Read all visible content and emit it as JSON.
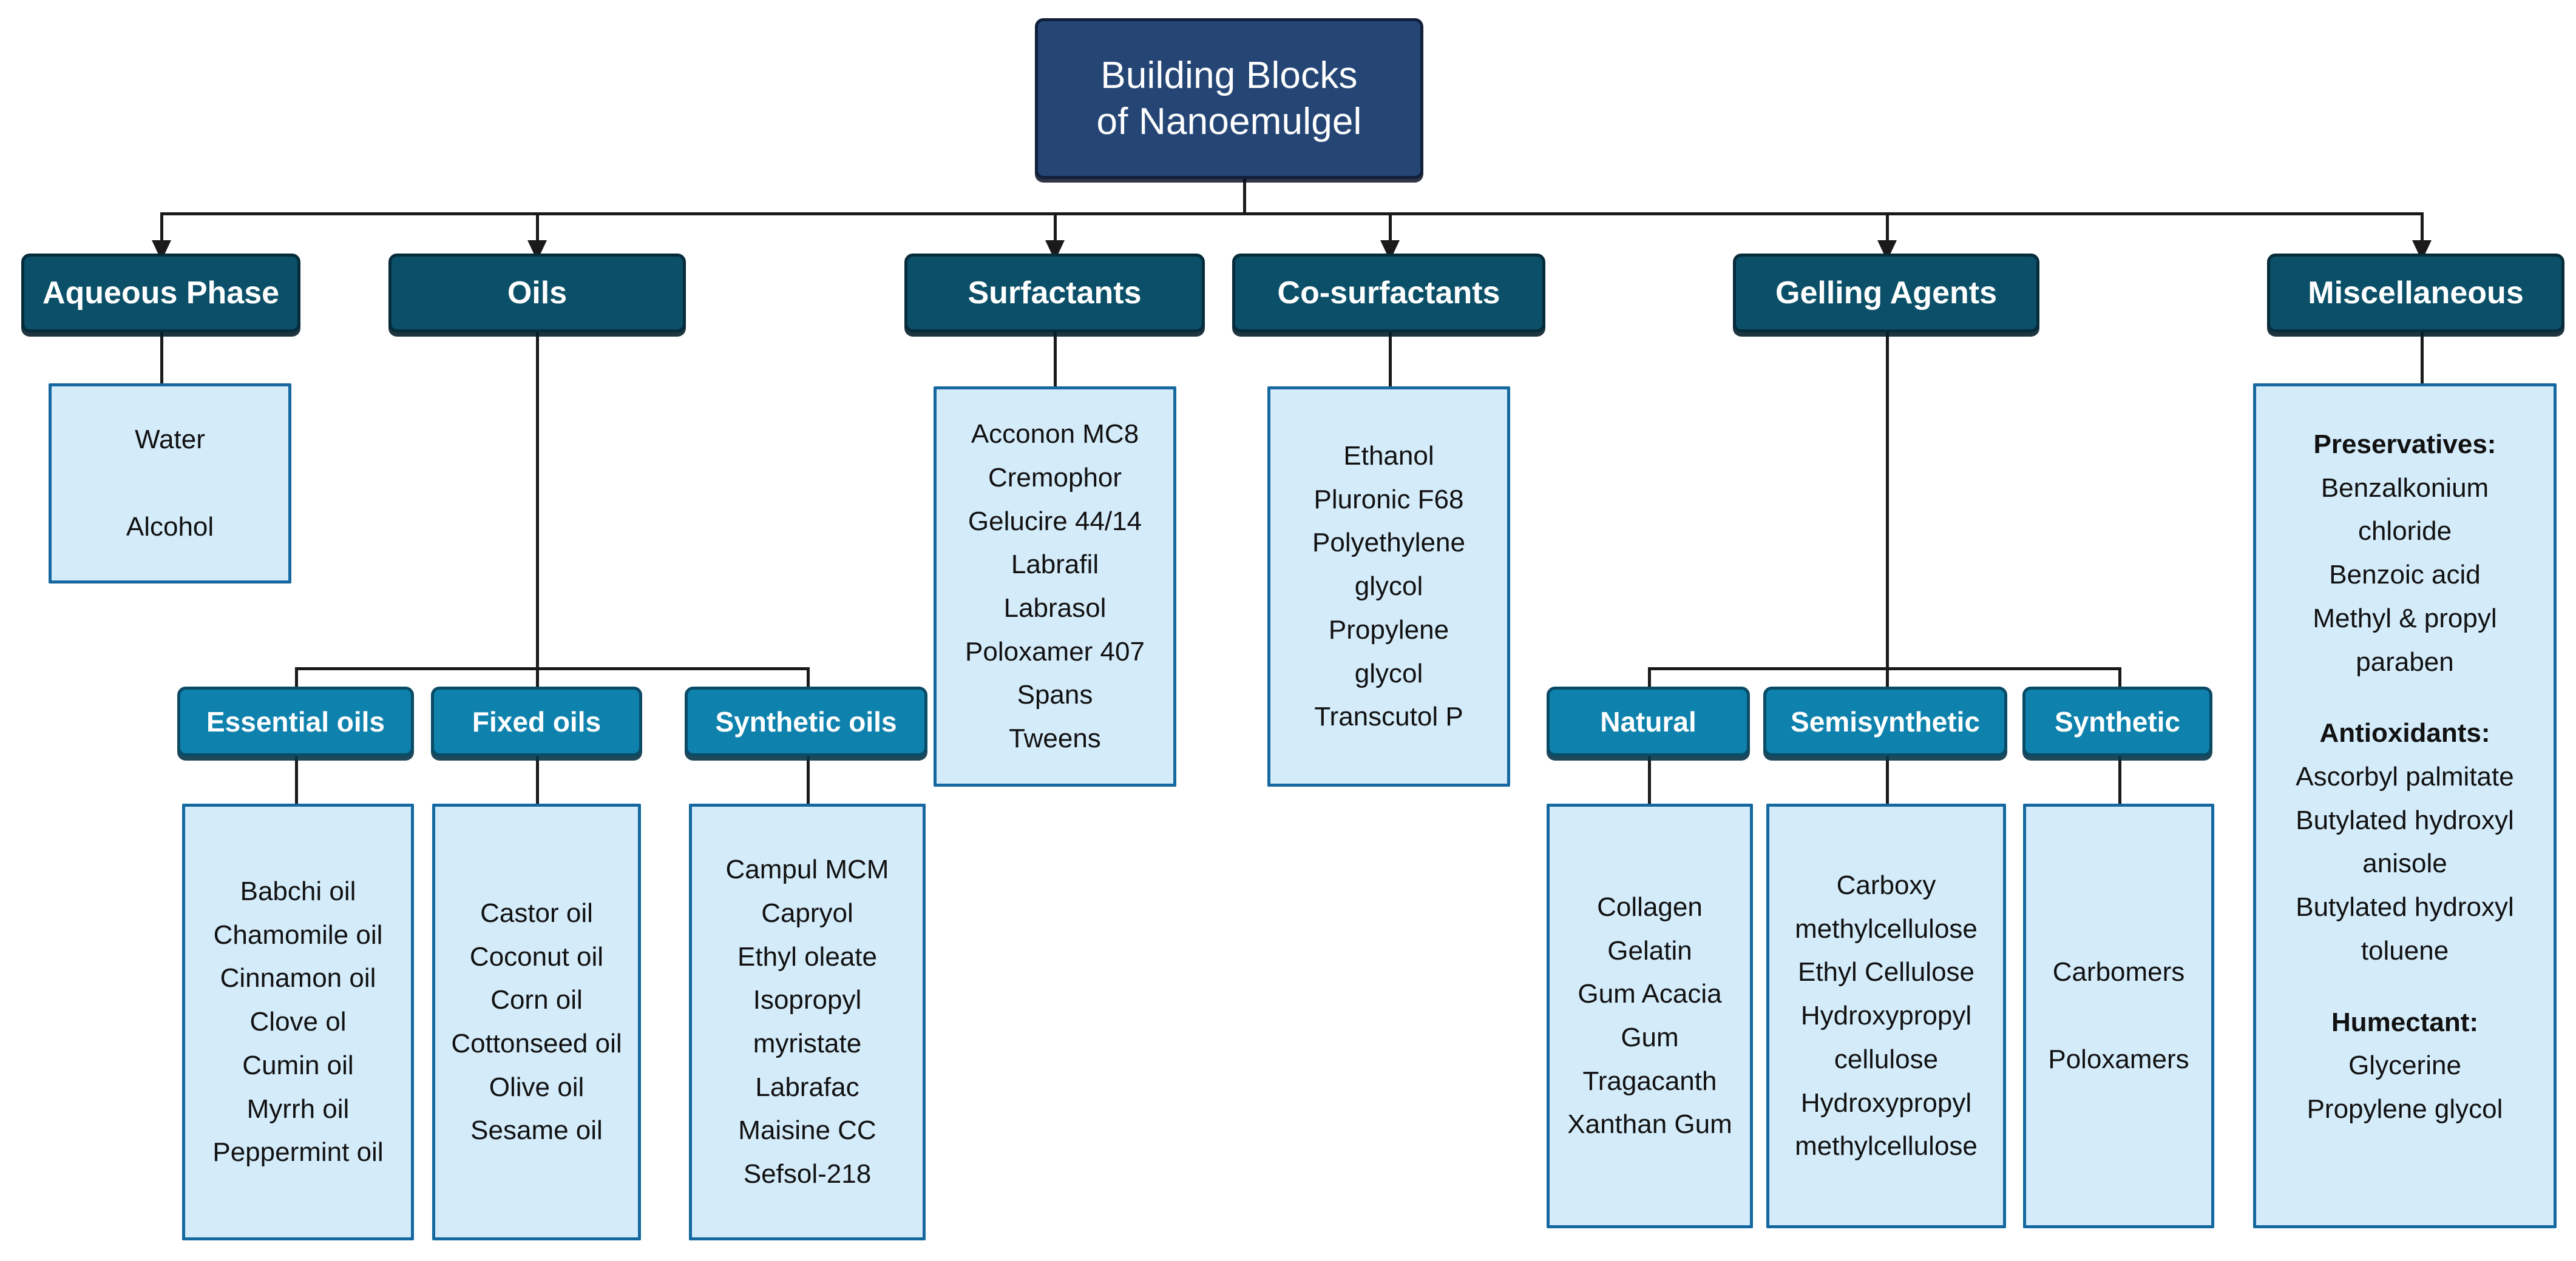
{
  "root": {
    "title_line1": "Building Blocks",
    "title_line2": "of Nanoemulgel"
  },
  "colors": {
    "root_fill": "#254675",
    "category_fill": "#0b5068",
    "subcategory_fill": "#0e82ad",
    "list_fill": "#d4ebfa",
    "list_border": "#1569a0",
    "connector": "#1a1a1a",
    "text_light": "#ffffff",
    "text_dark": "#111111"
  },
  "categories": [
    {
      "id": "aqueous-phase",
      "label": "Aqueous Phase"
    },
    {
      "id": "oils",
      "label": "Oils"
    },
    {
      "id": "surfactants",
      "label": "Surfactants"
    },
    {
      "id": "co-surfactants",
      "label": "Co-surfactants"
    },
    {
      "id": "gelling-agents",
      "label": "Gelling Agents"
    },
    {
      "id": "miscellaneous",
      "label": "Miscellaneous"
    }
  ],
  "subcategories": [
    {
      "id": "essential-oils",
      "label": "Essential oils"
    },
    {
      "id": "fixed-oils",
      "label": "Fixed oils"
    },
    {
      "id": "synthetic-oils",
      "label": "Synthetic oils"
    },
    {
      "id": "natural",
      "label": "Natural"
    },
    {
      "id": "semisynthetic",
      "label": "Semisynthetic"
    },
    {
      "id": "synthetic",
      "label": "Synthetic"
    }
  ],
  "lists": {
    "aqueous_phase": "Water\n\nAlcohol",
    "surfactants": "Acconon MC8\nCremophor\nGelucire 44/14\nLabrafil\nLabrasol\nPoloxamer 407\nSpans\nTweens",
    "co_surfactants": "Ethanol\nPluronic F68\nPolyethylene\nglycol\nPropylene\nglycol\nTranscutol P",
    "essential_oils": "Babchi oil\nChamomile oil\nCinnamon oil\nClove ol\nCumin oil\nMyrrh oil\nPeppermint oil",
    "fixed_oils": "Castor oil\nCoconut oil\nCorn oil\nCottonseed oil\nOlive oil\nSesame oil",
    "synthetic_oils": "Campul MCM\nCapryol\nEthyl oleate\nIsopropyl\nmyristate\nLabrafac\nMaisine CC\nSefsol-218",
    "natural": "Collagen\nGelatin\nGum Acacia\nGum\nTragacanth\nXanthan Gum",
    "semisynthetic": "Carboxy\nmethylcellulose\nEthyl Cellulose\nHydroxypropyl\ncellulose\nHydroxypropyl\nmethylcellulose",
    "synthetic": "Carbomers\n\nPoloxamers",
    "miscellaneous": {
      "group1_heading": "Preservatives:",
      "group1_items": "Benzalkonium\nchloride\nBenzoic acid\nMethyl & propyl\nparaben",
      "group2_heading": "Antioxidants:",
      "group2_items": "Ascorbyl palmitate\nButylated hydroxyl\nanisole\nButylated hydroxyl\ntoluene",
      "group3_heading": "Humectant:",
      "group3_items": "Glycerine\nPropylene glycol"
    }
  }
}
